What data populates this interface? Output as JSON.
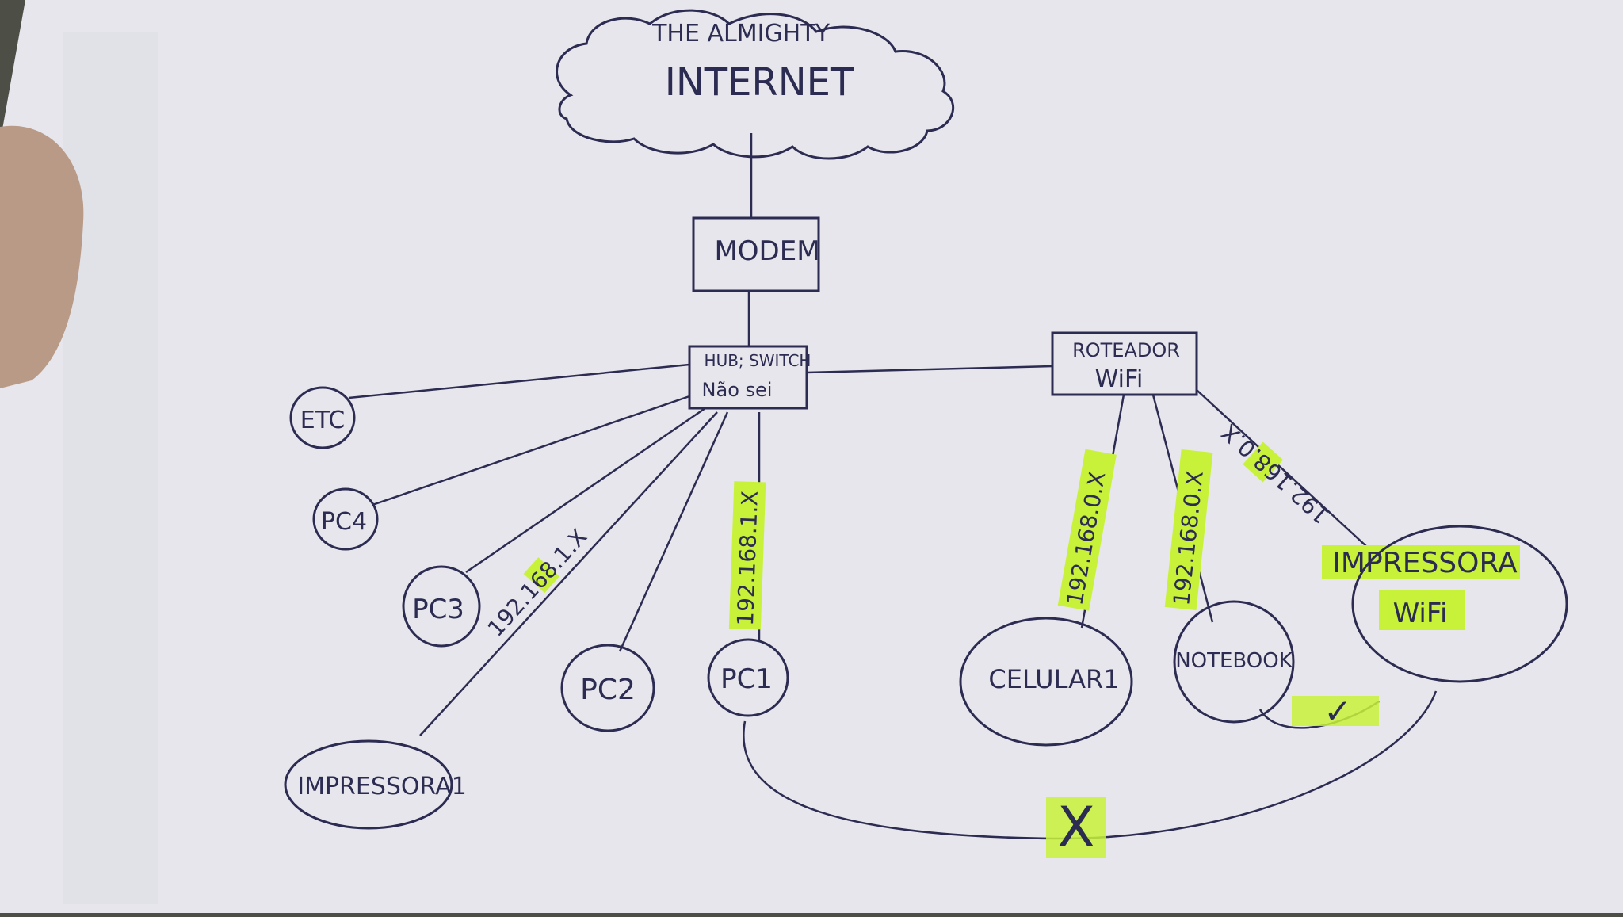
{
  "colors": {
    "paper": "#e6e6ec",
    "ink": "#2c2b52",
    "highlight": "#c8f23a",
    "background": "#4d4e46",
    "thumb": "#b89a86"
  },
  "nodes": {
    "cloud": {
      "line1": "THE ALMIGHTY",
      "line2": "INTERNET"
    },
    "modem": {
      "label": "MODEM"
    },
    "switch": {
      "line1": "HUB; SWITCH",
      "line2": "Não sei"
    },
    "router": {
      "line1": "ROTEADOR",
      "line2": "WiFi"
    },
    "etc": {
      "label": "ETC"
    },
    "pc4": {
      "label": "PC4"
    },
    "pc3": {
      "label": "PC3"
    },
    "pc2": {
      "label": "PC2"
    },
    "pc1": {
      "label": "PC1"
    },
    "printer1": {
      "label": "IMPRESSORA1"
    },
    "phone": {
      "label": "CELULAR1"
    },
    "notebook": {
      "label": "NOTEBOOK"
    },
    "wifi_printer": {
      "line1": "IMPRESSORA",
      "line2": "WiFi"
    }
  },
  "links": {
    "pc3": "192.168.1.X",
    "pc1": "192.168.1.X",
    "phone": "192.168.0.X",
    "notebook": "192.168.0.X",
    "wifi_printer": "192.168.0.X"
  },
  "marks": {
    "blocked": "X",
    "allowed": "✓"
  }
}
